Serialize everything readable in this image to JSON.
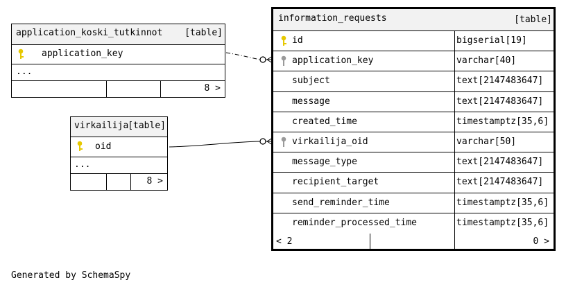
{
  "tables": {
    "koski": {
      "name": "application_koski_tutkinnot",
      "tag": "[table]",
      "column": "application_key",
      "ellipsis": "...",
      "count": "8 >"
    },
    "virkailija": {
      "name": "virkailija",
      "tag": "[table]",
      "column": "oid",
      "ellipsis": "...",
      "count": "8 >"
    },
    "requests": {
      "name": "information_requests",
      "tag": "[table]",
      "columns": [
        {
          "name": "id",
          "type": "bigserial[19]",
          "icon": "primary-key-icon"
        },
        {
          "name": "application_key",
          "type": "varchar[40]",
          "icon": "foreign-key-icon"
        },
        {
          "name": "subject",
          "type": "text[2147483647]",
          "icon": ""
        },
        {
          "name": "message",
          "type": "text[2147483647]",
          "icon": ""
        },
        {
          "name": "created_time",
          "type": "timestamptz[35,6]",
          "icon": ""
        },
        {
          "name": "virkailija_oid",
          "type": "varchar[50]",
          "icon": "foreign-key-icon"
        },
        {
          "name": "message_type",
          "type": "text[2147483647]",
          "icon": ""
        },
        {
          "name": "recipient_target",
          "type": "text[2147483647]",
          "icon": ""
        },
        {
          "name": "send_reminder_time",
          "type": "timestamptz[35,6]",
          "icon": ""
        },
        {
          "name": "reminder_processed_time",
          "type": "timestamptz[35,6]",
          "icon": ""
        }
      ],
      "parents": "< 2",
      "children": "0 >"
    }
  },
  "colors": {
    "primary_key": "#e6c800",
    "foreign_key": "#9a9a9a",
    "header_bg": "#f2f2f2"
  },
  "footer": "Generated by SchemaSpy"
}
